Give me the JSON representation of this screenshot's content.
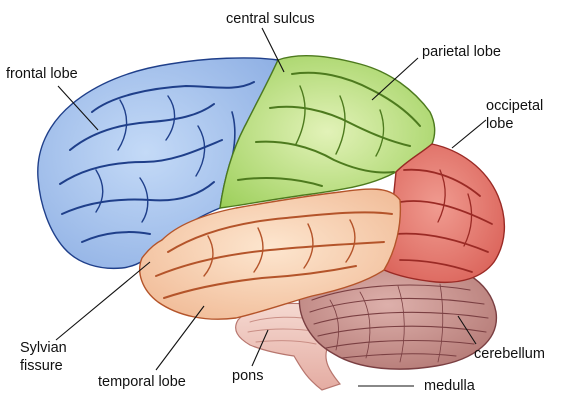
{
  "labels": {
    "central_sulcus": "central sulcus",
    "frontal_lobe": "frontal lobe",
    "parietal_lobe": "parietal lobe",
    "occipital_lobe_line1": "occipetal",
    "occipital_lobe_line2": "lobe",
    "sylvian_line1": "Sylvian",
    "sylvian_line2": "fissure",
    "temporal_lobe": "temporal lobe",
    "pons": "pons",
    "cerebellum": "cerebellum",
    "medulla": "medulla"
  },
  "colors": {
    "frontal": "#a9c6ee",
    "frontal_line": "#1f3f8a",
    "parietal": "#bfe08c",
    "parietal_line": "#4d7a1e",
    "occipital": "#e7837a",
    "occipital_line": "#9a2a25",
    "temporal": "#f6d2b2",
    "temporal_line": "#b4542a",
    "cerebellum": "#c98f8a",
    "cerebellum_line": "#7a3f42",
    "brainstem": "#f0c9c0",
    "brainstem_line": "#b7766e"
  }
}
